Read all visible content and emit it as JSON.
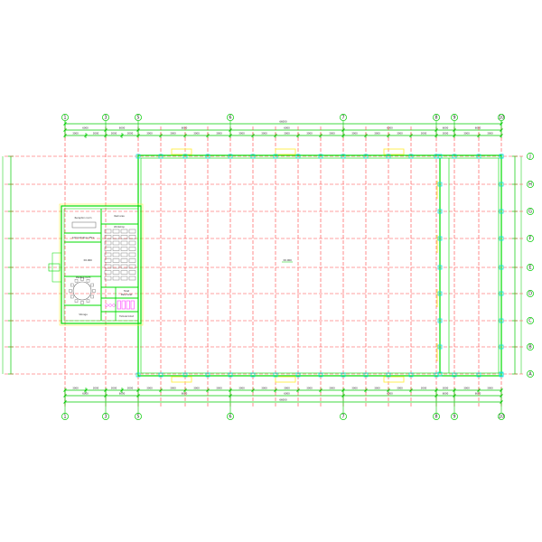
{
  "colors": {
    "background": "#ffffff",
    "grid_axis": "#ff4444",
    "wall": "#00dd00",
    "dimension": "#00cc00",
    "window": "#ffee44",
    "column": "#00dddd",
    "furniture": "#666666",
    "highlight": "#ff44ff"
  },
  "grid": {
    "vertical_axes": [
      {
        "id": "v1",
        "label": "1"
      },
      {
        "id": "v3",
        "label": "3"
      },
      {
        "id": "v5",
        "label": "5"
      },
      {
        "id": "v6",
        "label": "6"
      },
      {
        "id": "v7",
        "label": "7"
      },
      {
        "id": "v8",
        "label": "8"
      },
      {
        "id": "v9",
        "label": "9"
      },
      {
        "id": "v10",
        "label": "10"
      }
    ],
    "horizontal_axes": [
      {
        "id": "hJ",
        "label": "J"
      },
      {
        "id": "hH",
        "label": "H"
      },
      {
        "id": "hG",
        "label": "G"
      },
      {
        "id": "hF",
        "label": "F"
      },
      {
        "id": "hE",
        "label": "E"
      },
      {
        "id": "hD",
        "label": "D"
      },
      {
        "id": "hC",
        "label": "C"
      },
      {
        "id": "hB",
        "label": "B"
      },
      {
        "id": "hA",
        "label": "A"
      }
    ]
  },
  "rooms": [
    {
      "id": "reception",
      "label": "Reception room"
    },
    {
      "id": "office",
      "label": "Administrative office"
    },
    {
      "id": "meeting",
      "label": "Meeting room"
    },
    {
      "id": "storage",
      "label": "Storage"
    },
    {
      "id": "workshop",
      "label": "Workshop"
    },
    {
      "id": "toilet",
      "label": "Toilet"
    },
    {
      "id": "male",
      "label": "Male toilet"
    },
    {
      "id": "female",
      "label": "Female toilet"
    },
    {
      "id": "rest",
      "label": "Rest area"
    }
  ],
  "dimension_text": {
    "overall": "66000",
    "bay": "6000",
    "sub": "3000"
  },
  "markers": {
    "center": "±0.000",
    "level": "±0.000"
  }
}
